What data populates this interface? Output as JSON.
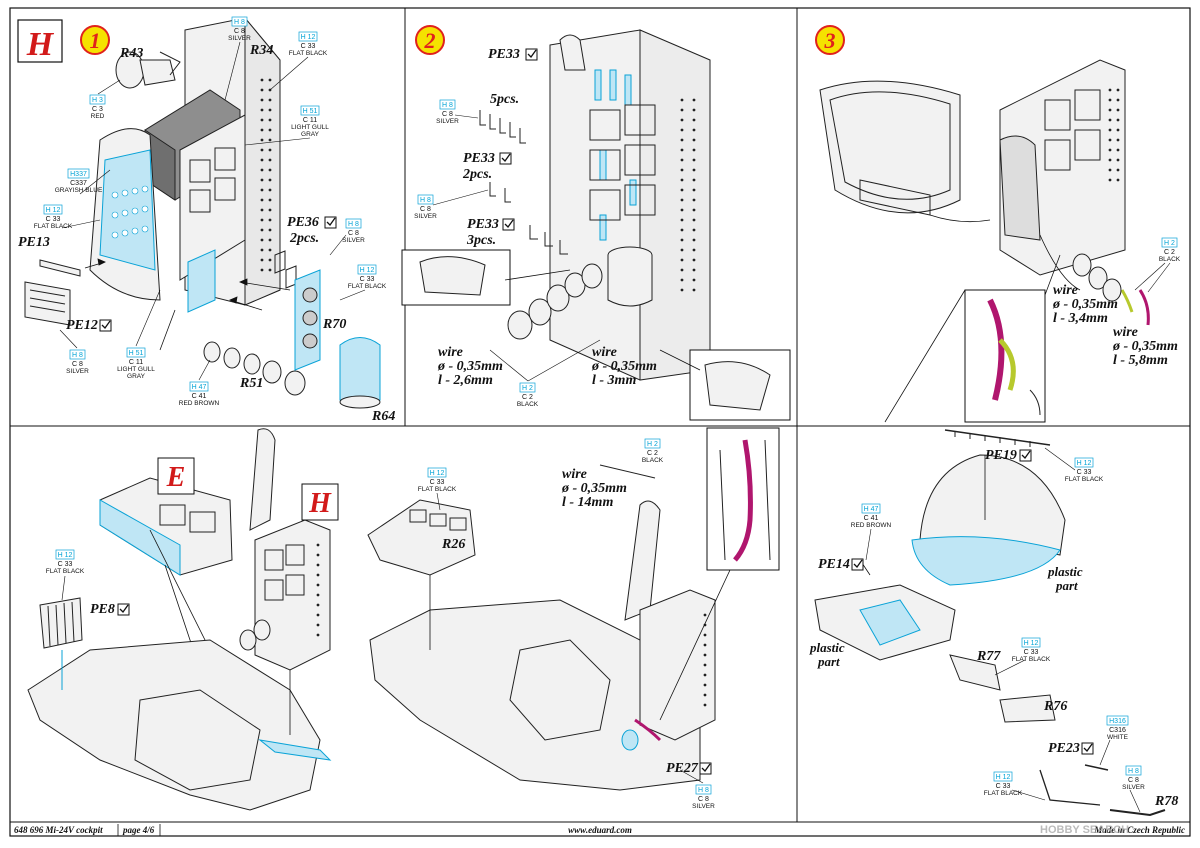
{
  "sheet": {
    "section_letter": "H",
    "steps": [
      "1",
      "2",
      "3"
    ],
    "insert_letters": {
      "e": "E",
      "h": "H"
    }
  },
  "labels": {
    "r43": "R43",
    "r34": "R34",
    "pe36": "PE36",
    "pe36_qty": "2pcs.",
    "pe13": "PE13",
    "pe12": "PE12",
    "r70": "R70",
    "r51": "R51",
    "r64": "R64",
    "pe33a": "PE33",
    "pe33a_qty": "5pcs.",
    "pe33b": "PE33",
    "pe33b_qty": "2pcs.",
    "pe33c": "PE33",
    "pe33c_qty": "3pcs.",
    "r26": "R26",
    "pe8": "PE8",
    "pe27": "PE27",
    "pe19": "PE19",
    "pe14": "PE14",
    "r77": "R77",
    "r76": "R76",
    "pe23": "PE23",
    "r78": "R78",
    "plastic_part": "plastic",
    "plastic_part_2": "part"
  },
  "wires": {
    "w1": {
      "title": "wire",
      "d": "ø - 0,35mm",
      "l": "l - 2,6mm"
    },
    "w2": {
      "title": "wire",
      "d": "ø - 0,35mm",
      "l": "l - 3mm"
    },
    "w3": {
      "title": "wire",
      "d": "ø - 0,35mm",
      "l": "l - 3,4mm"
    },
    "w4": {
      "title": "wire",
      "d": "ø - 0,35mm",
      "l": "l - 5,8mm"
    },
    "w5": {
      "title": "wire",
      "d": "ø - 0,35mm",
      "l": "l - 14mm"
    }
  },
  "colors": {
    "h8": {
      "h": "H 8",
      "c": "C 8",
      "name": "SILVER"
    },
    "h12": {
      "h": "H 12",
      "c": "C 33",
      "name": "FLAT BLACK"
    },
    "h3": {
      "h": "H 3",
      "c": "C 3",
      "name": "RED"
    },
    "h51": {
      "h": "H 51",
      "c": "C 11",
      "name1": "LIGHT GULL",
      "name2": "GRAY"
    },
    "h337": {
      "h": "H337",
      "c": "C337",
      "name": "GRAYISH BLUE"
    },
    "h47": {
      "h": "H 47",
      "c": "C 41",
      "name": "RED BROWN"
    },
    "h2": {
      "h": "H 2",
      "c": "C 2",
      "name": "BLACK"
    },
    "h316": {
      "h": "H316",
      "c": "C316",
      "name": "WHITE"
    }
  },
  "palette": {
    "accent": "#0aa3d7",
    "step_circle": "#f5e200",
    "step_number": "#e0221c",
    "section_red": "#d21a1a",
    "wire_magenta": "#b0166e",
    "wire_yellow": "#b7c92d"
  },
  "footer": {
    "code": "648 696  Mi-24V cockpit",
    "page": "page 4/6",
    "site": "www.eduard.com",
    "made": "Made in Czech Republic",
    "watermark": "HOBBY SEARCH"
  }
}
